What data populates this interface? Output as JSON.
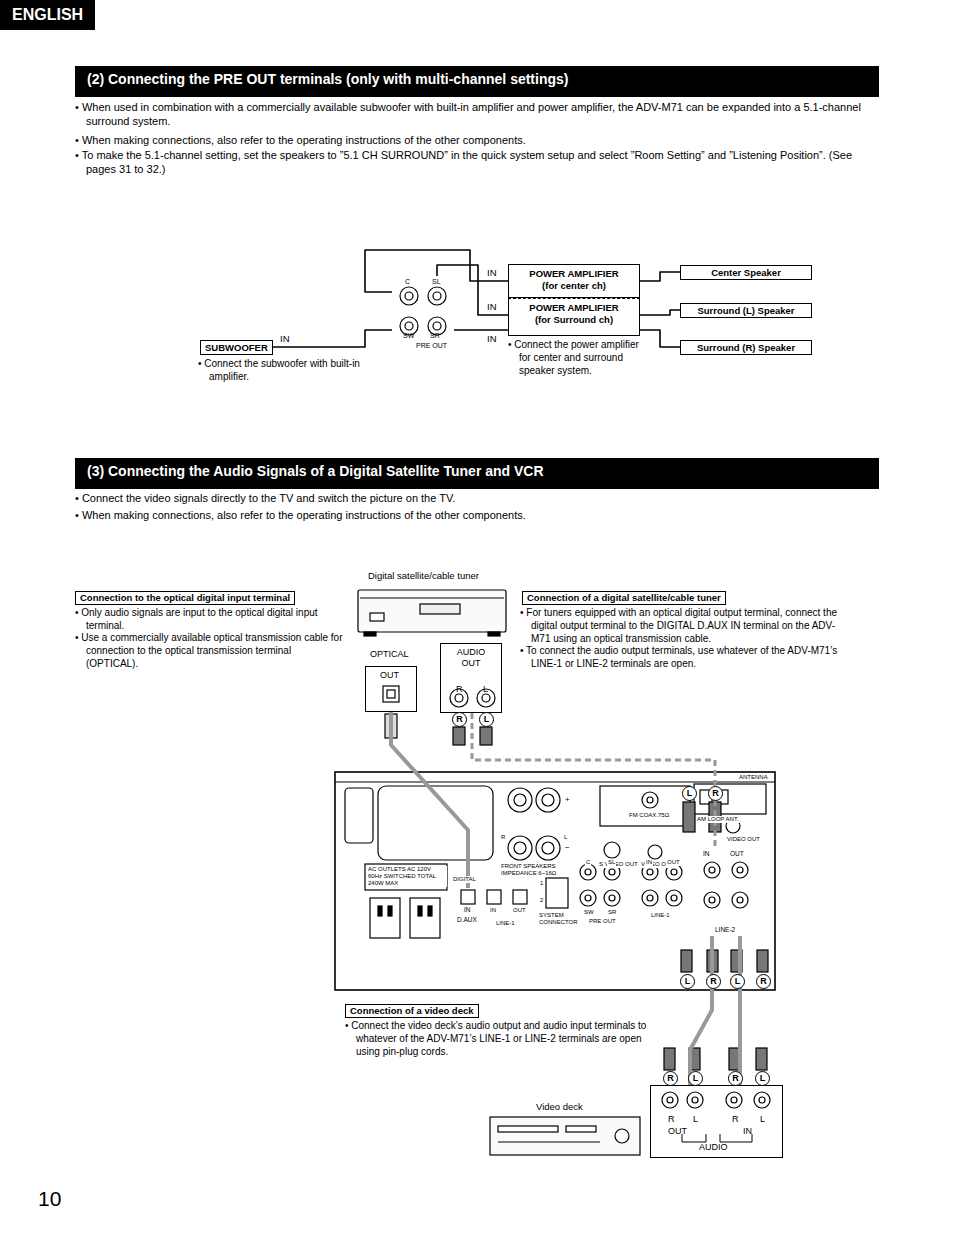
{
  "diagram": {
    "nodes": [
      {
        "text": [
          "(2) Connecting the PRE OUT terminals (only with multi-channel settings)"
        ]
      },
      {
        "text": [
          "POWER AMPLIFIER",
          "(for center ch)"
        ]
      },
      {
        "text": [
          "POWER AMPLIFIER",
          "(for Surround ch)"
        ]
      },
      {
        "text": [
          "Center Speaker"
        ]
      },
      {
        "text": [
          "Surround (L) Speaker"
        ]
      },
      {
        "text": [
          "Surround (R) Speaker"
        ]
      },
      {
        "text": [
          "SUBWOOFER"
        ]
      },
      {
        "text": [
          "C",
          "SL",
          "SW",
          "SR",
          "PRE OUT"
        ]
      },
      {
        "text": [
          "(3) Connecting the Audio Signals of a Digital Satellite Tuner and VCR"
        ]
      },
      {
        "text": [
          "Connection to the optical digital input terminal"
        ]
      },
      {
        "text": [
          "Digital satellite/cable tuner"
        ]
      },
      {
        "text": [
          "OPTICAL",
          "OUT"
        ]
      },
      {
        "text": [
          "AUDIO OUT",
          "R",
          "L"
        ]
      },
      {
        "text": [
          "Connection of a digital satellite/cable tuner"
        ]
      },
      {
        "text": [
          "IN",
          "D.AUX"
        ]
      },
      {
        "text": [
          "IN",
          "OUT",
          "LINE-2"
        ]
      },
      {
        "text": [
          "Connection of a video deck"
        ]
      },
      {
        "text": [
          "R",
          "L",
          "R",
          "L",
          "OUT",
          "IN",
          "AUDIO"
        ]
      },
      {
        "text": [
          "Video deck"
        ]
      }
    ],
    "edges": [
      {
        "from": 7,
        "to": 1,
        "arrow": "none"
      },
      {
        "from": 7,
        "to": 2,
        "arrow": "none"
      },
      {
        "from": 7,
        "to": 2,
        "arrow": "none"
      },
      {
        "from": 7,
        "to": 6,
        "arrow": "none"
      },
      {
        "from": 1,
        "to": 3,
        "arrow": "none"
      },
      {
        "from": 2,
        "to": 4,
        "arrow": "none"
      },
      {
        "from": 2,
        "to": 5,
        "arrow": "none"
      },
      {
        "from": 11,
        "to": 14,
        "arrow": "none"
      },
      {
        "from": 12,
        "to": 15,
        "arrow": "none"
      },
      {
        "from": 15,
        "to": 17,
        "arrow": "none"
      },
      {
        "from": 15,
        "to": 17,
        "arrow": "none"
      }
    ],
    "labels": [
      "ENGLISH",
      "• When used in combination with a commercially available subwoofer with built-in amplifier and power amplifier, the ADV-M71 can be expanded into a 5.1-channel surround system.",
      "• When making connections, also refer to the operating instructions of the other components.",
      "• To make the 5.1-channel setting, set the speakers to ”5.1 CH SURROUND” in the quick system setup and select ”Room Setting” and ”Listening Position”. (See pages 31 to 32.)",
      "IN",
      "IN",
      "IN",
      "IN",
      "• Connect the subwoofer with built-in amplifier.",
      "• Connect the power amplifier for center and surround speaker system.",
      "• Connect the video signals directly to the TV and switch the picture on the TV.",
      "• When making connections, also refer to the operating instructions of the other components.",
      "• Only audio signals are input to the optical digital input terminal.",
      "• Use a commercially available optical transmission cable for connection to the optical transmission terminal (OPTICAL).",
      "• For tuners equipped with an optical digital output terminal, connect the digital output terminal to the DIGITAL D.AUX IN terminal on the ADV-M71 using an optical transmission cable.",
      "• To connect the audio output terminals, use whatever of the ADV-M71’s LINE-1 or LINE-2 terminals are open.",
      "• Connect the video deck’s audio output and audio input terminals to whatever of the ADV-M71’s LINE-1 or LINE-2 terminals are open using pin-plug cords.",
      "10",
      "R",
      "L",
      "L",
      "R",
      "L",
      "R",
      "L",
      "R",
      "R",
      "L",
      "R",
      "L",
      "ANTENNA",
      "FM COAX.75Ω",
      "AM LOOP ANT.",
      "S VIDEO OUT",
      "VIDEO OUT",
      "VIDEO OUT",
      "FRONT SPEAKERS IMPEDANCE 6~16Ω",
      "AC OUTLETS AC 120V 60Hz SWITCHED TOTAL 240W MAX",
      "DIGITAL",
      "IN",
      "OUT",
      "LINE-1",
      "SYSTEM CONNECTOR",
      "1",
      "2",
      "C",
      "SL",
      "SW",
      "SR",
      "PRE OUT",
      "IN",
      "OUT",
      "LINE-1",
      "R",
      "L",
      "+",
      "−"
    ]
  }
}
